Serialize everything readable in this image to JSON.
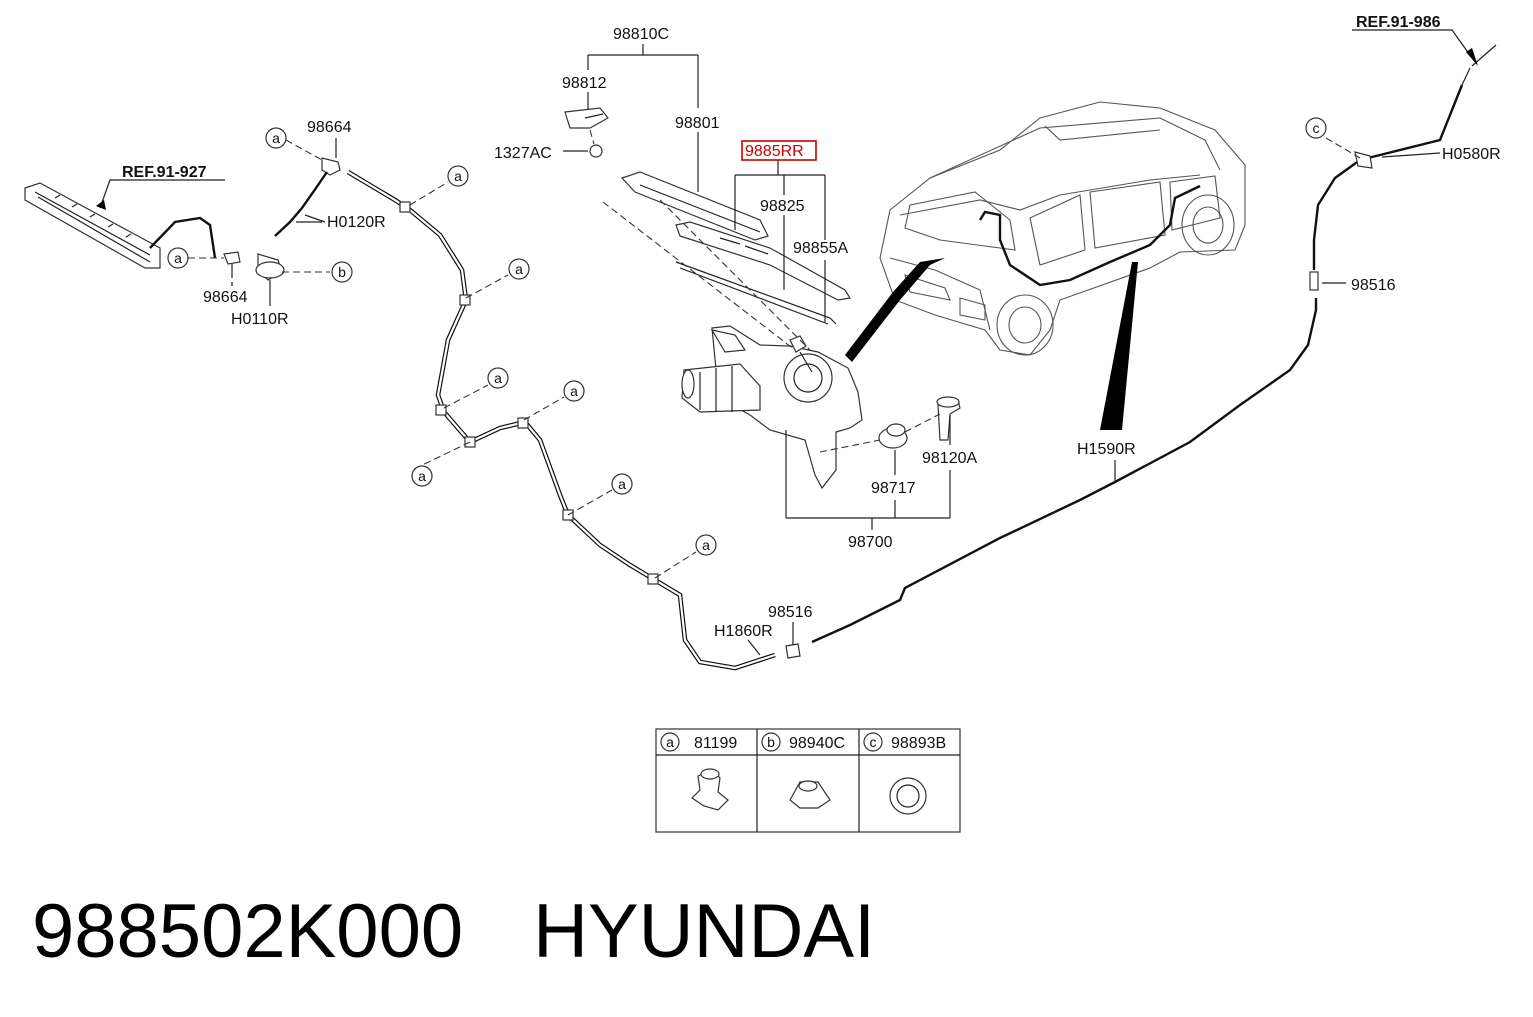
{
  "diagram": {
    "labels": {
      "l98810C": "98810C",
      "l98812": "98812",
      "l98801": "98801",
      "l1327AC": "1327AC",
      "l9885RR": "9885RR",
      "l98825": "98825",
      "l98855A": "98855A",
      "l98664a": "98664",
      "l98664b": "98664",
      "lH0120R": "H0120R",
      "lH0110R": "H0110R",
      "lREF927": "REF.91-927",
      "lREF986": "REF.91-986",
      "lH0580R": "H0580R",
      "l98516a": "98516",
      "l98516b": "98516",
      "lH1590R": "H1590R",
      "lH1860R": "H1860R",
      "l98120A": "98120A",
      "l98717": "98717",
      "l98700": "98700"
    },
    "callouts": {
      "a": "a",
      "b": "b",
      "c": "c"
    },
    "legend": [
      {
        "letter": "a",
        "part": "81199"
      },
      {
        "letter": "b",
        "part": "98940C"
      },
      {
        "letter": "c",
        "part": "98893B"
      }
    ],
    "highlight_color": "#cc0000"
  },
  "caption": {
    "part_number": "988502K000",
    "brand": "HYUNDAI"
  }
}
